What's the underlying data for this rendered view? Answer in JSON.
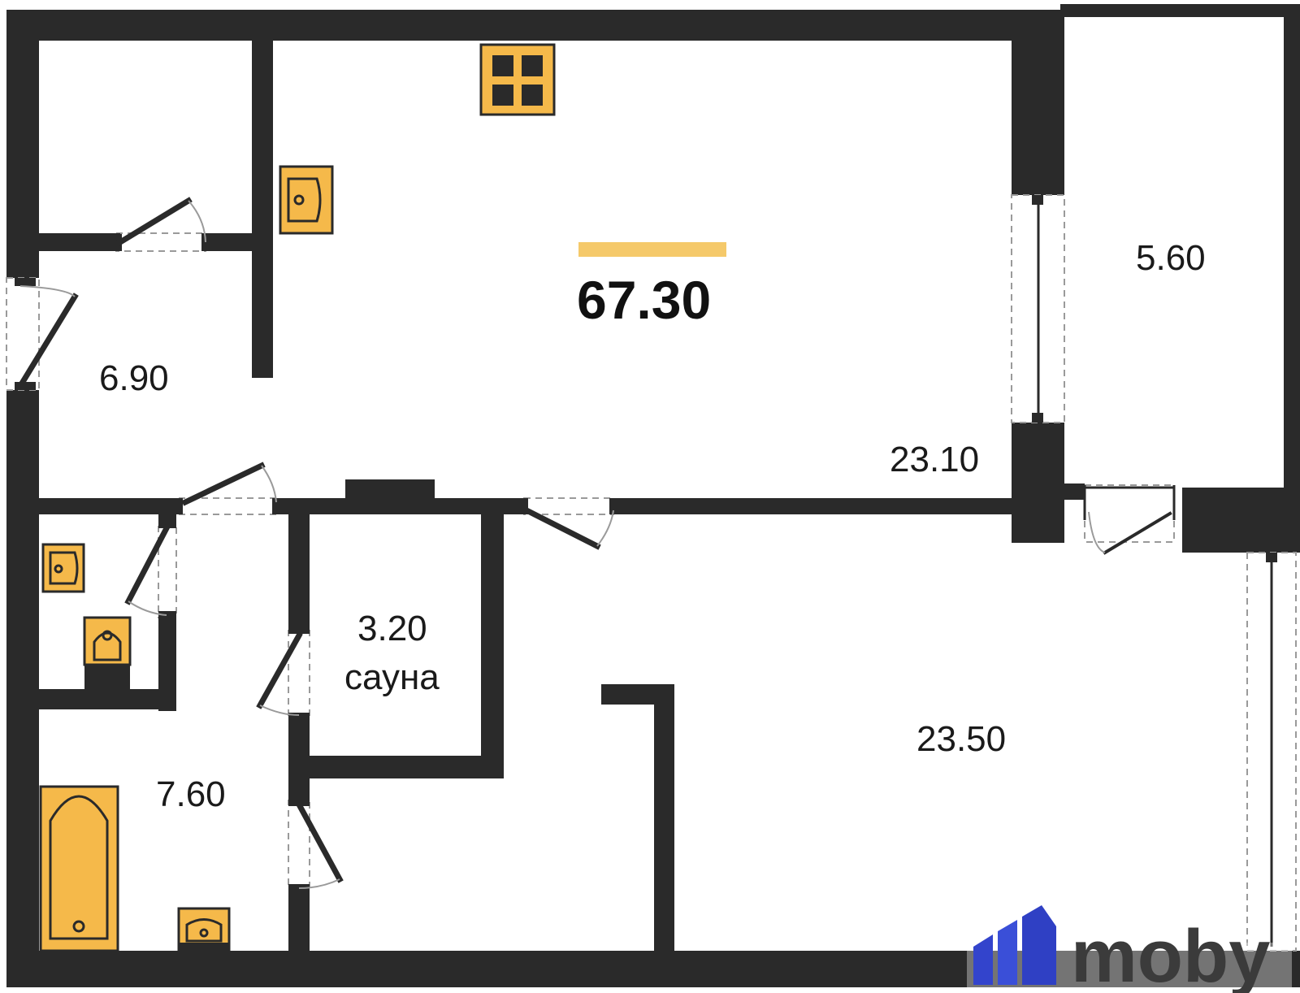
{
  "plan": {
    "total_area": "67.30",
    "rooms": [
      {
        "id": "hall",
        "area": "6.90"
      },
      {
        "id": "kitchen-living",
        "area": "23.10"
      },
      {
        "id": "balcony",
        "area": "5.60"
      },
      {
        "id": "sauna",
        "area": "3.20",
        "label": "сауна"
      },
      {
        "id": "bathroom",
        "area": "7.60"
      },
      {
        "id": "bedroom",
        "area": "23.50"
      }
    ]
  },
  "colors": {
    "wall": "#2a2a2a",
    "fixture": "#f5b94a",
    "accent_bar": "#f5c96a",
    "logo_blue": "#3344cc"
  },
  "logo": {
    "text": "moby",
    "icon": "moby-logo-icon"
  }
}
